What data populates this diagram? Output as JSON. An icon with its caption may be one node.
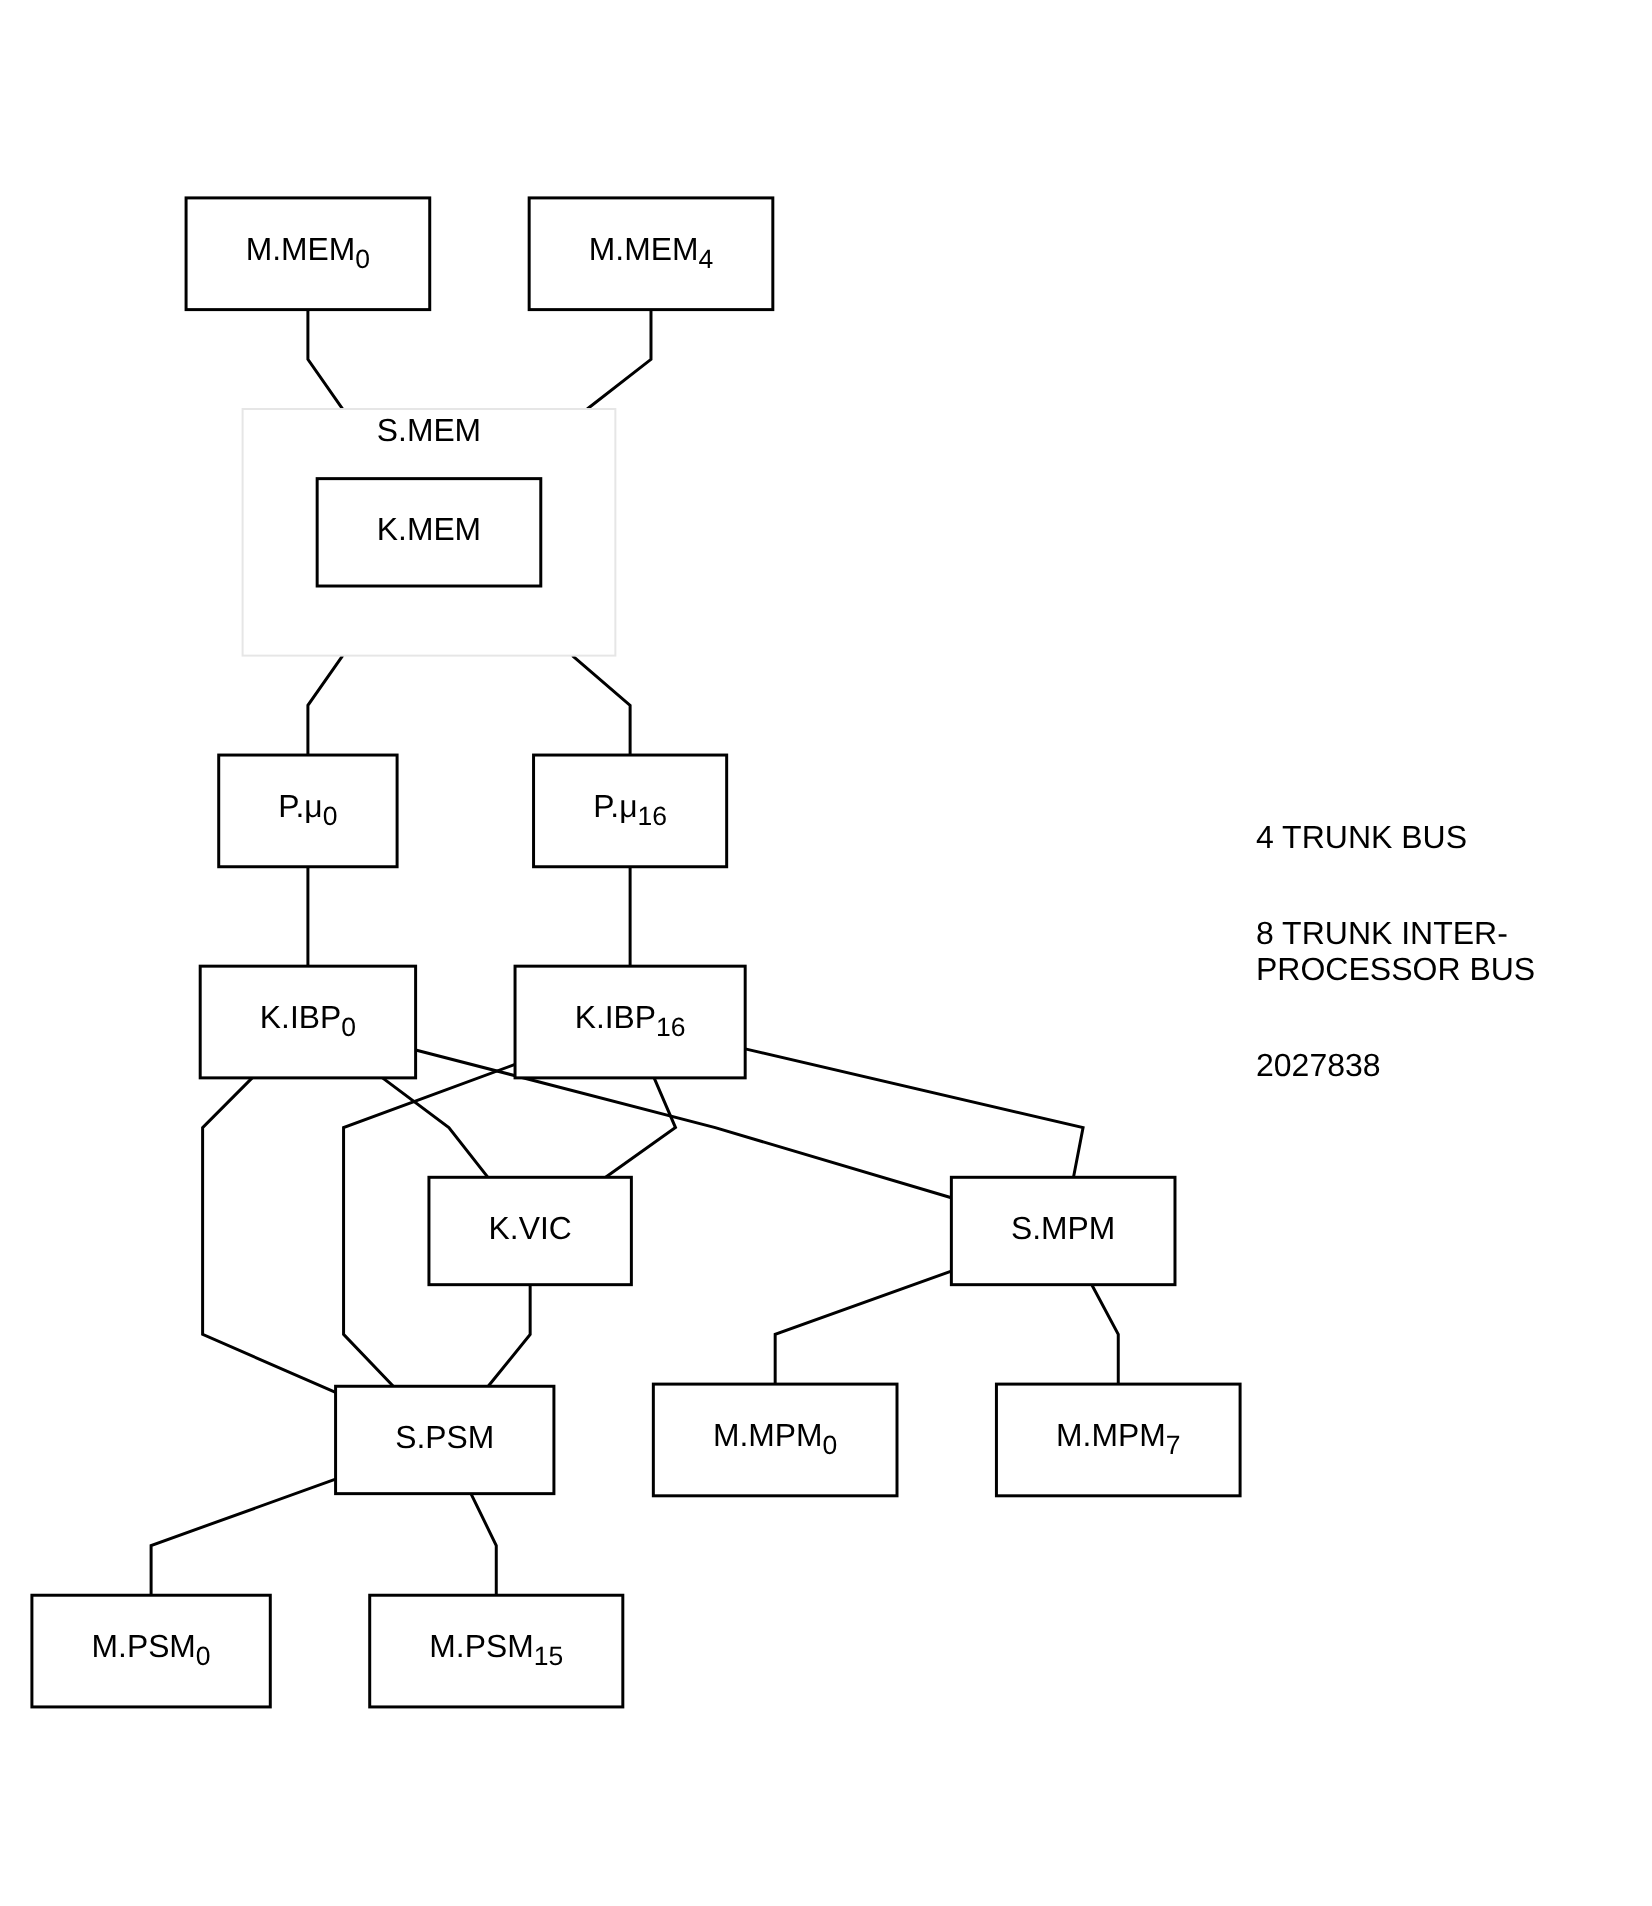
{
  "diagram": {
    "nodes": [
      {
        "text": [
          "M.MEM$_{0}$"
        ]
      },
      {
        "text": [
          "M.MEM$_{4}$"
        ]
      },
      {
        "text": [
          "S.MEM"
        ]
      },
      {
        "text": [
          "K.MEM"
        ],
        "in": 2
      },
      {
        "text": [
          "P.μ$_{0}$"
        ]
      },
      {
        "text": [
          "P.μ$_{16}$"
        ]
      },
      {
        "text": [
          "K.IBP$_{0}$"
        ]
      },
      {
        "text": [
          "K.IBP$_{16}$"
        ]
      },
      {
        "text": [
          "K.VIC"
        ]
      },
      {
        "text": [
          "S.PSM"
        ]
      },
      {
        "text": [
          "S.MPM"
        ]
      },
      {
        "text": [
          "M.PSM$_{0}$"
        ]
      },
      {
        "text": [
          "M.PSM$_{15}$"
        ]
      },
      {
        "text": [
          "M.MPM$_{0}$"
        ]
      },
      {
        "text": [
          "M.MPM$_{7}$"
        ]
      }
    ],
    "edges": [
      {
        "from": 0,
        "to": 2,
        "arrow": "none"
      },
      {
        "from": 1,
        "to": 2,
        "arrow": "none"
      },
      {
        "from": 2,
        "to": 4,
        "arrow": "none"
      },
      {
        "from": 2,
        "to": 5,
        "arrow": "none"
      },
      {
        "from": 4,
        "to": 6,
        "arrow": "none"
      },
      {
        "from": 5,
        "to": 7,
        "arrow": "none"
      },
      {
        "from": 6,
        "to": 8,
        "arrow": "none"
      },
      {
        "from": 6,
        "to": 9,
        "arrow": "none"
      },
      {
        "from": 6,
        "to": 10,
        "arrow": "none"
      },
      {
        "from": 7,
        "to": 8,
        "arrow": "none"
      },
      {
        "from": 7,
        "to": 9,
        "arrow": "none"
      },
      {
        "from": 7,
        "to": 10,
        "arrow": "none"
      },
      {
        "from": 8,
        "to": 9,
        "arrow": "none"
      },
      {
        "from": 9,
        "to": 11,
        "arrow": "none"
      },
      {
        "from": 9,
        "to": 12,
        "arrow": "none"
      },
      {
        "from": 10,
        "to": 13,
        "arrow": "none"
      },
      {
        "from": 10,
        "to": 14,
        "arrow": "none"
      }
    ],
    "labels": [
      "4 TRUNK BUS",
      "8 TRUNK INTER-PROCESSOR BUS",
      "2027838"
    ]
  }
}
